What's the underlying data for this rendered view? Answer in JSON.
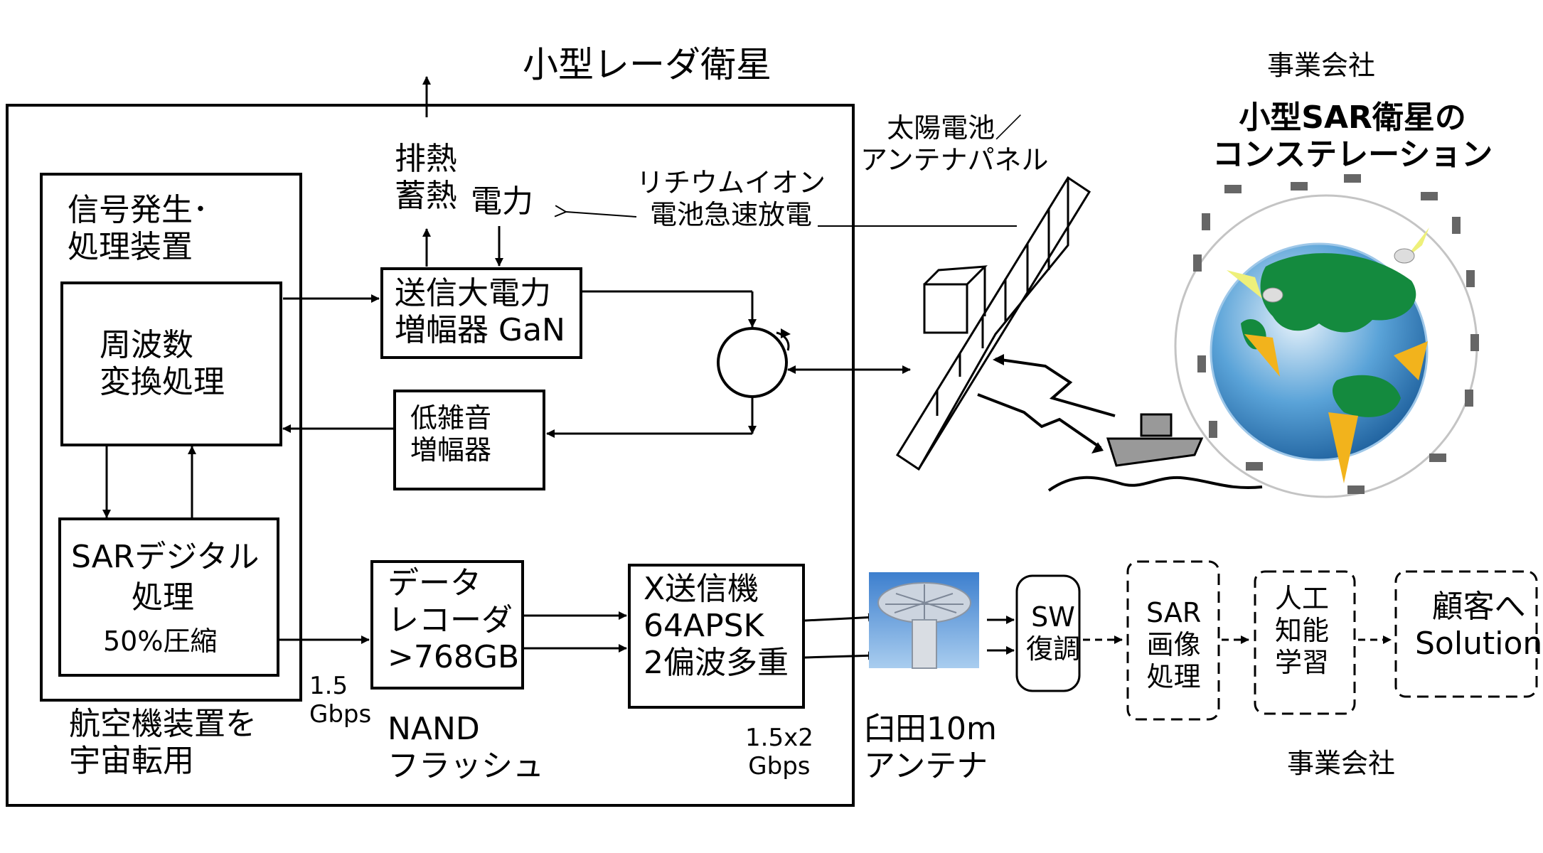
{
  "title": "小型レーダ衛星",
  "panel_label": "太陽電池／\nアンテナパネル",
  "company_top": "事業会社",
  "constellation": "小型SAR衛星の\nコンステレーション",
  "signal_gen": "信号発生･\n処理装置",
  "freq_conv": "周波数\n変換処理",
  "sar_digital": {
    "l1": "SARデジタル",
    "l2": "処理",
    "l3": "50%圧縮"
  },
  "aircraft": "航空機装置を\n宇宙転用",
  "heat": "排熱\n蓄熱",
  "power": "電力",
  "battery": "リチウムイオン\n電池急速放電",
  "tx_amp": "送信大電力\n増幅器 GaN",
  "lna": "低雑音\n増幅器",
  "recorder": "データ\nレコーダ\n>768GB",
  "nand": "NAND\nフラッシュ",
  "rate_a": "1.5\nGbps",
  "xtx": "X送信機\n64APSK\n2偏波多重",
  "rate_b": "1.5x2\nGbps",
  "usuda": "臼田10m\nアンテナ",
  "sw": "SW\n復調",
  "sar_img": "SAR\n画像\n処理",
  "ai": "人工\n知能\n学習",
  "customer": "顧客へ\nSolution",
  "company_bottom": "事業会社"
}
